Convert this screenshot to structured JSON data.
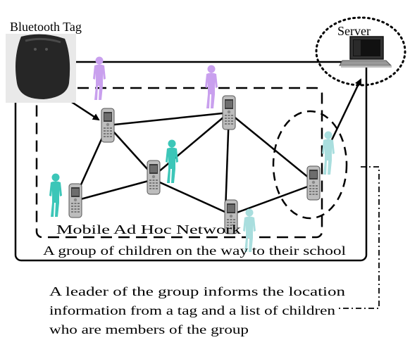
{
  "labels": {
    "bluetooth_tag": "Bluetooth Tag",
    "server": "Server",
    "manet": "Mobile Ad Hoc Network",
    "group": "A group of children on the way to their school"
  },
  "caption": {
    "line1": "A leader of the group informs the location",
    "line2": "information from a tag and a list of children",
    "line3": "who are members of the group"
  },
  "colors": {
    "child_violet": "#c9a0ee",
    "child_teal": "#3cc6b8",
    "child_light_teal": "#a9dede",
    "tag": "#262626",
    "phone_body": "#b9b9b9"
  },
  "icons": [
    "bluetooth-tag-icon",
    "server-laptop-icon",
    "mobile-phone-icon",
    "child-figure-icon"
  ]
}
